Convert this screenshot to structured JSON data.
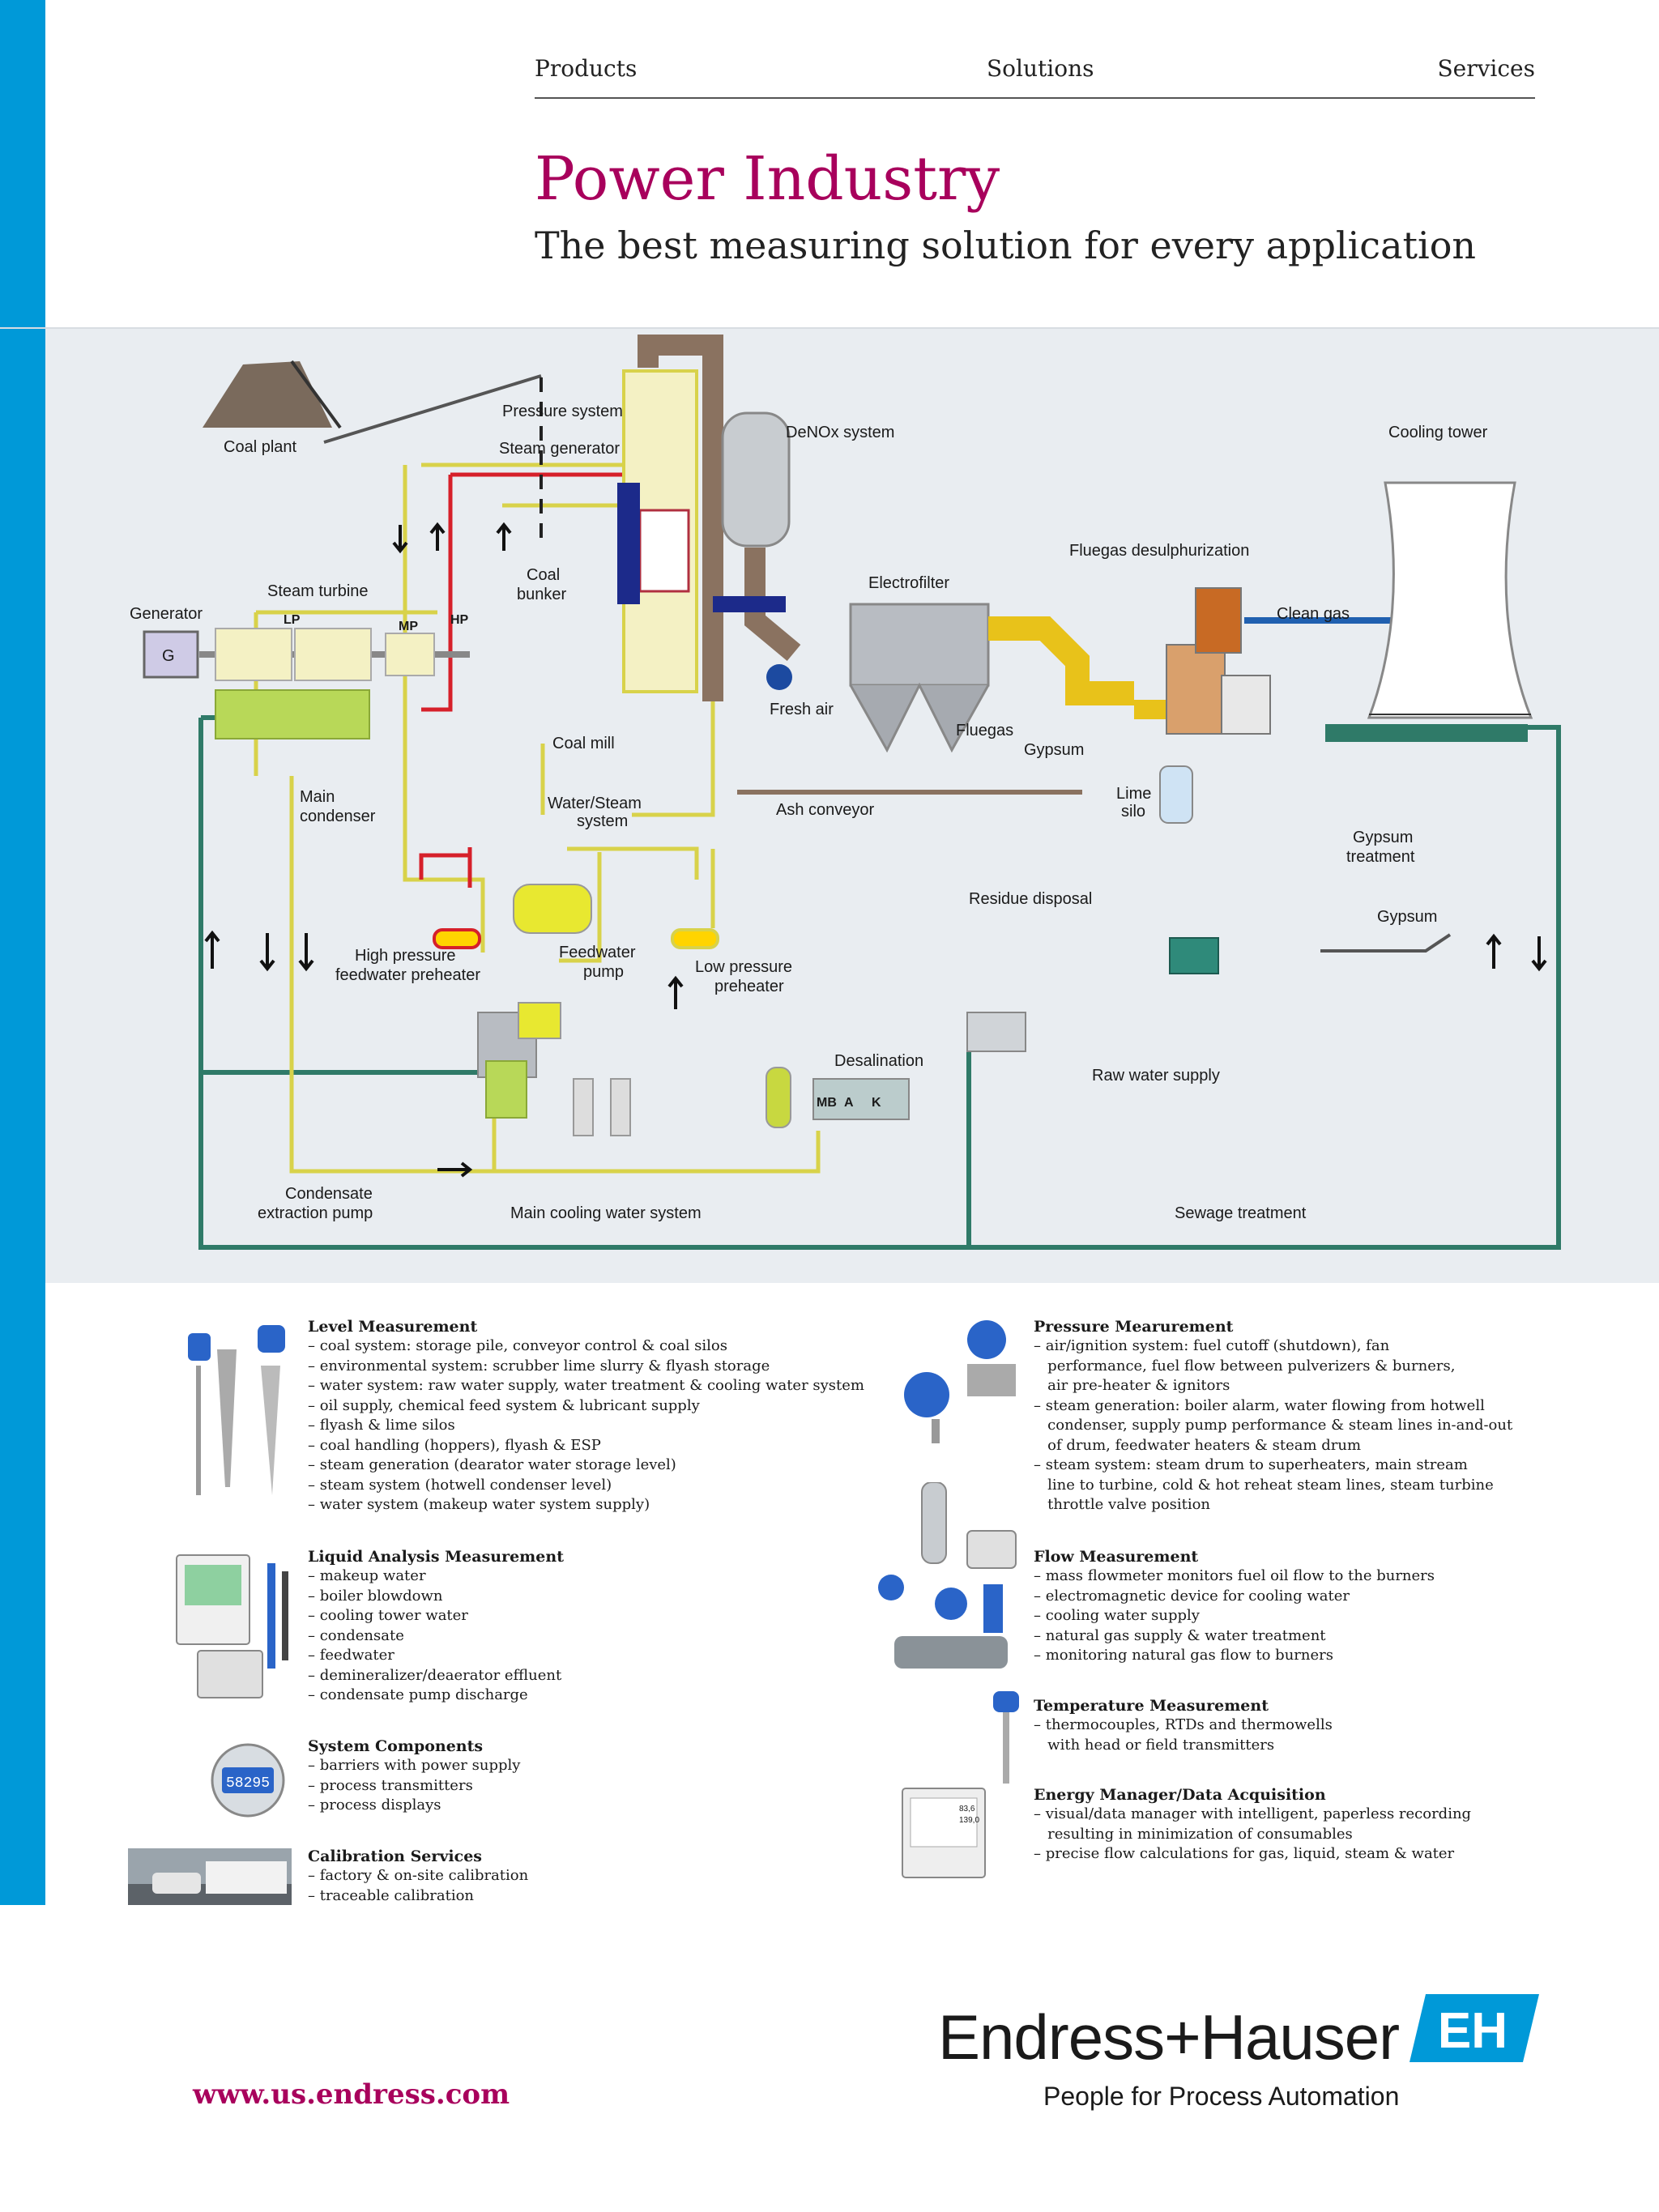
{
  "nav": {
    "products": "Products",
    "solutions": "Solutions",
    "services": "Services"
  },
  "header": {
    "title": "Power Industry",
    "subtitle": "The best measuring solution for every application"
  },
  "diagram": {
    "coal_plant": "Coal plant",
    "pressure_system": "Pressure system",
    "steam_generator": "Steam generator",
    "denox": "DeNOx system",
    "cooling_tower": "Cooling tower",
    "coal_bunker_1": "Coal",
    "coal_bunker_2": "bunker",
    "steam_turbine": "Steam turbine",
    "generator": "Generator",
    "g": "G",
    "lp": "LP",
    "mp": "MP",
    "hp": "HP",
    "fluegas_desulph": "Fluegas desulphurization",
    "electrofilter": "Electrofilter",
    "clean_gas": "Clean gas",
    "fresh_air": "Fresh air",
    "coal_mill": "Coal mill",
    "fluegas": "Fluegas",
    "gypsum_1": "Gypsum",
    "main_condenser_1": "Main",
    "main_condenser_2": "condenser",
    "water_steam_1": "Water/Steam",
    "water_steam_2": "system",
    "ash_conveyor": "Ash conveyor",
    "lime_silo_1": "Lime",
    "lime_silo_2": "silo",
    "gypsum_treatment_1": "Gypsum",
    "gypsum_treatment_2": "treatment",
    "residue_disposal": "Residue disposal",
    "gypsum_2": "Gypsum",
    "hp_preheater_1": "High pressure",
    "hp_preheater_2": "feedwater preheater",
    "feedwater_pump_1": "Feedwater",
    "feedwater_pump_2": "pump",
    "lp_preheater_1": "Low pressure",
    "lp_preheater_2": "preheater",
    "desalination": "Desalination",
    "raw_water_supply": "Raw water supply",
    "mb": "MB",
    "k": "K",
    "a": "A",
    "condensate_pump_1": "Condensate",
    "condensate_pump_2": "extraction pump",
    "main_cooling_water": "Main cooling water system",
    "sewage_treatment": "Sewage treatment"
  },
  "products": {
    "level": {
      "title": "Level Measurement",
      "items": [
        "– coal system: storage pile, conveyor control & coal silos",
        "– environmental system: scrubber lime slurry & flyash storage",
        "– water system: raw water supply, water treatment & cooling water system",
        "– oil supply, chemical feed system & lubricant supply",
        "– flyash & lime silos",
        "– coal handling (hoppers), flyash & ESP",
        "– steam generation (dearator water storage level)",
        "– steam system (hotwell condenser level)",
        "– water system (makeup water system supply)"
      ]
    },
    "liquid": {
      "title": "Liquid Analysis Measurement",
      "items": [
        "– makeup water",
        "– boiler blowdown",
        "– cooling tower water",
        "– condensate",
        "– feedwater",
        "– demineralizer/deaerator effluent",
        "– condensate pump discharge"
      ]
    },
    "system": {
      "title": "System Components",
      "items": [
        "– barriers with power supply",
        "– process transmitters",
        "– process displays"
      ]
    },
    "calibration": {
      "title": "Calibration Services",
      "items": [
        "– factory & on-site calibration",
        "– traceable calibration"
      ]
    },
    "pressure": {
      "title": "Pressure Mearurement",
      "items": [
        "– air/ignition system: fuel cutoff (shutdown), fan",
        "   performance, fuel flow between pulverizers & burners,",
        "   air pre-heater & ignitors",
        "– steam generation: boiler alarm, water flowing from hotwell",
        "   condenser, supply pump performance & steam lines in-and-out",
        "   of drum, feedwater heaters & steam drum",
        "– steam system: steam drum to superheaters, main stream",
        "   line to turbine, cold & hot reheat steam lines, steam turbine",
        "   throttle valve position"
      ]
    },
    "flow": {
      "title": "Flow Measurement",
      "items": [
        "– mass flowmeter monitors fuel oil flow to the burners",
        "– electromagnetic device for cooling water",
        "– cooling water supply",
        "– natural gas supply & water treatment",
        "– monitoring natural gas flow to burners"
      ]
    },
    "temperature": {
      "title": "Temperature Measurement",
      "items": [
        "– thermocouples, RTDs and thermowells",
        "   with head or field transmitters"
      ]
    },
    "energy": {
      "title": "Energy Manager/Data Acquisition",
      "items": [
        "– visual/data manager with intelligent, paperless recording",
        "   resulting in minimization of consumables",
        "– precise flow calculations for gas, liquid, steam & water"
      ]
    }
  },
  "display_value": "58295",
  "recorder_values": [
    "83,6",
    "139,0"
  ],
  "footer": {
    "url": "www.us.endress.com",
    "brand": "Endress+Hauser",
    "tagline": "People for Process Automation",
    "logo_text": "EH"
  },
  "colors": {
    "brand_magenta": "#a8005c",
    "brand_blue": "#0099d8",
    "steam_yellow": "#e8e04a",
    "cooling_green": "#2f7a68",
    "hot_red": "#d6202a",
    "flue_brown": "#8a7260"
  }
}
